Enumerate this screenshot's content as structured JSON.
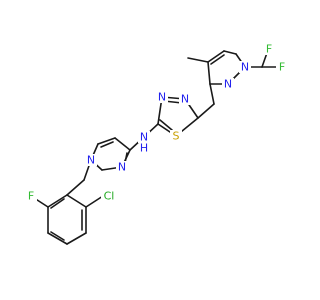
{
  "diagram": {
    "colors": {
      "bond": "#1a1a1a",
      "nitrogen": "#2222ee",
      "sulfur": "#c8a000",
      "fluorine": "#33bb33",
      "chlorine": "#22aa22",
      "hydrogen": "#2222ee"
    },
    "labels": {
      "n_pyrazole_top_1": "N",
      "n_pyrazole_top_2": "N",
      "f_top_1": "F",
      "f_top_2": "F",
      "n_thiadiazole_1": "N",
      "n_thiadiazole_2": "N",
      "s_thiadiazole": "S",
      "n_amine": "N",
      "h_amine": "H",
      "n_pyrazole_bottom_1": "N",
      "n_pyrazole_bottom_2": "N",
      "f_bottom": "F",
      "cl_bottom": "Cl"
    }
  }
}
